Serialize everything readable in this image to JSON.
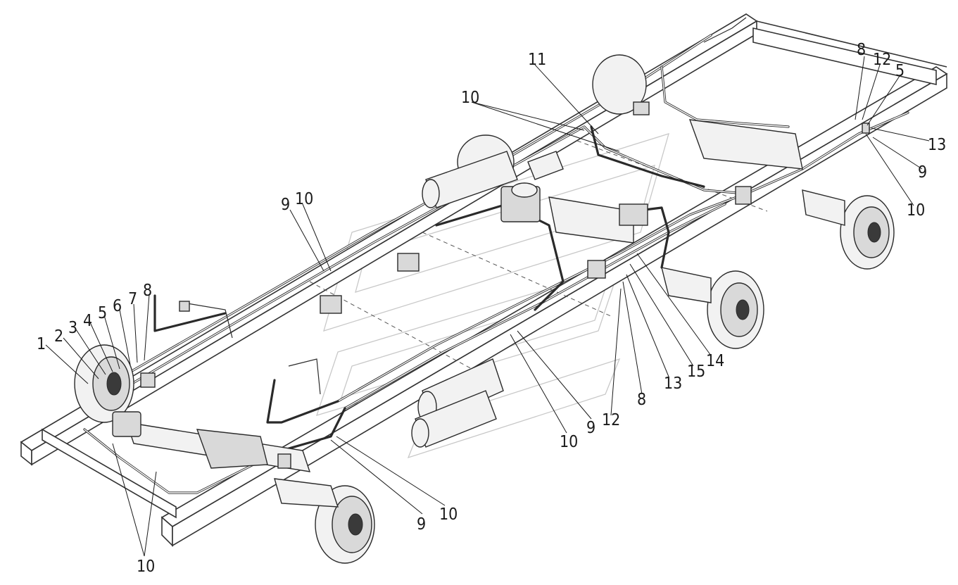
{
  "callouts": [
    {
      "id": "c1",
      "text": "1"
    },
    {
      "id": "c2",
      "text": "2"
    },
    {
      "id": "c3",
      "text": "3"
    },
    {
      "id": "c4",
      "text": "4"
    },
    {
      "id": "c5",
      "text": "5"
    },
    {
      "id": "c6",
      "text": "6"
    },
    {
      "id": "c7",
      "text": "7"
    },
    {
      "id": "c8",
      "text": "8"
    },
    {
      "id": "c9a",
      "text": "9"
    },
    {
      "id": "c10a",
      "text": "10"
    },
    {
      "id": "c10b",
      "text": "10"
    },
    {
      "id": "c11",
      "text": "11"
    },
    {
      "id": "c8b",
      "text": "8"
    },
    {
      "id": "c12a",
      "text": "12"
    },
    {
      "id": "c5b",
      "text": "5"
    },
    {
      "id": "c13a",
      "text": "13"
    },
    {
      "id": "c9b",
      "text": "9"
    },
    {
      "id": "c10c",
      "text": "10"
    },
    {
      "id": "c14",
      "text": "14"
    },
    {
      "id": "c15",
      "text": "15"
    },
    {
      "id": "c13b",
      "text": "13"
    },
    {
      "id": "c8c",
      "text": "8"
    },
    {
      "id": "c12b",
      "text": "12"
    },
    {
      "id": "c9c",
      "text": "9"
    },
    {
      "id": "c10d",
      "text": "10"
    },
    {
      "id": "c9d",
      "text": "9"
    },
    {
      "id": "c10e",
      "text": "10"
    },
    {
      "id": "c10f",
      "text": "10"
    }
  ]
}
